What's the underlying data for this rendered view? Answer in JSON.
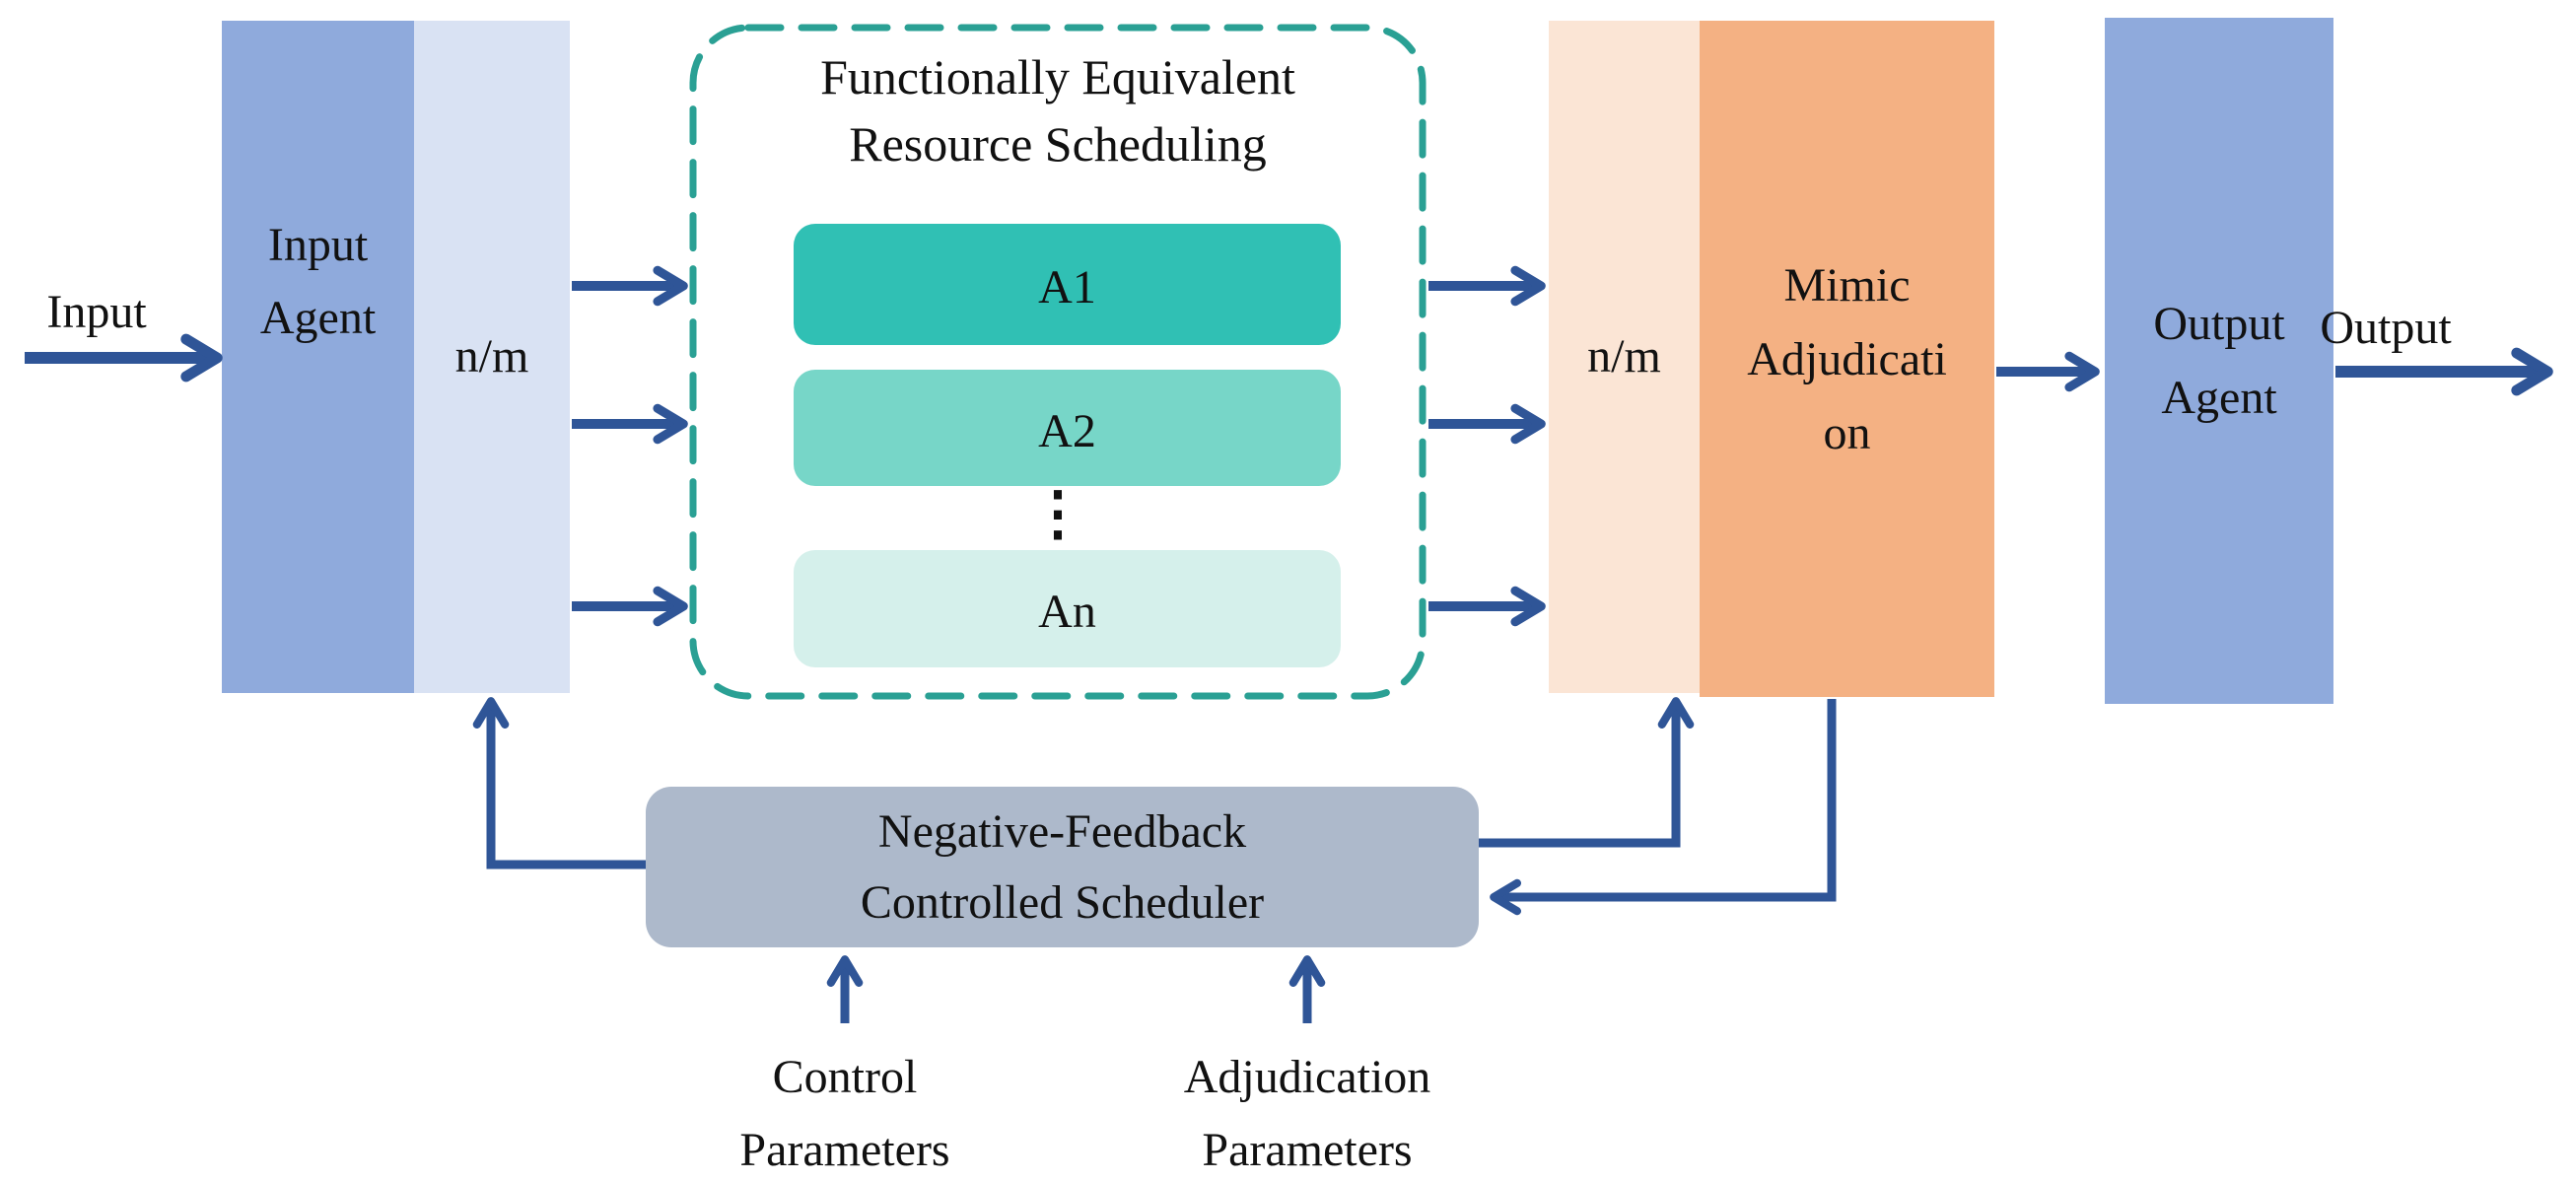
{
  "diagram": {
    "input_label": "Input",
    "output_label": "Output",
    "input_agent": {
      "line1": "Input",
      "line2": "Agent"
    },
    "ingress_redundancy": {
      "label": "n/m"
    },
    "egress_redundancy": {
      "label": "n/m"
    },
    "fers": {
      "title_line1": "Functionally Equivalent",
      "title_line2": "Resource Scheduling",
      "executors": [
        "A1",
        "A2",
        "An"
      ],
      "ellipsis": "⋮"
    },
    "mimic_adjudication": {
      "line1": "Mimic",
      "line2": "Adjudicati",
      "line3": "on"
    },
    "output_agent": {
      "line1": "Output",
      "line2": "Agent"
    },
    "scheduler": {
      "line1": "Negative-Feedback",
      "line2": "Controlled Scheduler"
    },
    "control_params": {
      "line1": "Control",
      "line2": "Parameters"
    },
    "adjudication_params": {
      "line1": "Adjudication",
      "line2": "Parameters"
    }
  },
  "colors": {
    "agent_blue": "#8FAADC",
    "redundancy_light_blue": "#D9E2F3",
    "fers_border_teal": "#2AA094",
    "executor_a1_teal": "#30C0B4",
    "executor_a2_teal": "#77D6C8",
    "executor_an_teal": "#D5F0EB",
    "redundancy_light_orange": "#FBE5D5",
    "adjudication_orange": "#F4B183",
    "scheduler_gray": "#ADB9CB",
    "arrow_blue": "#2F5597",
    "text_black": "#111111"
  }
}
